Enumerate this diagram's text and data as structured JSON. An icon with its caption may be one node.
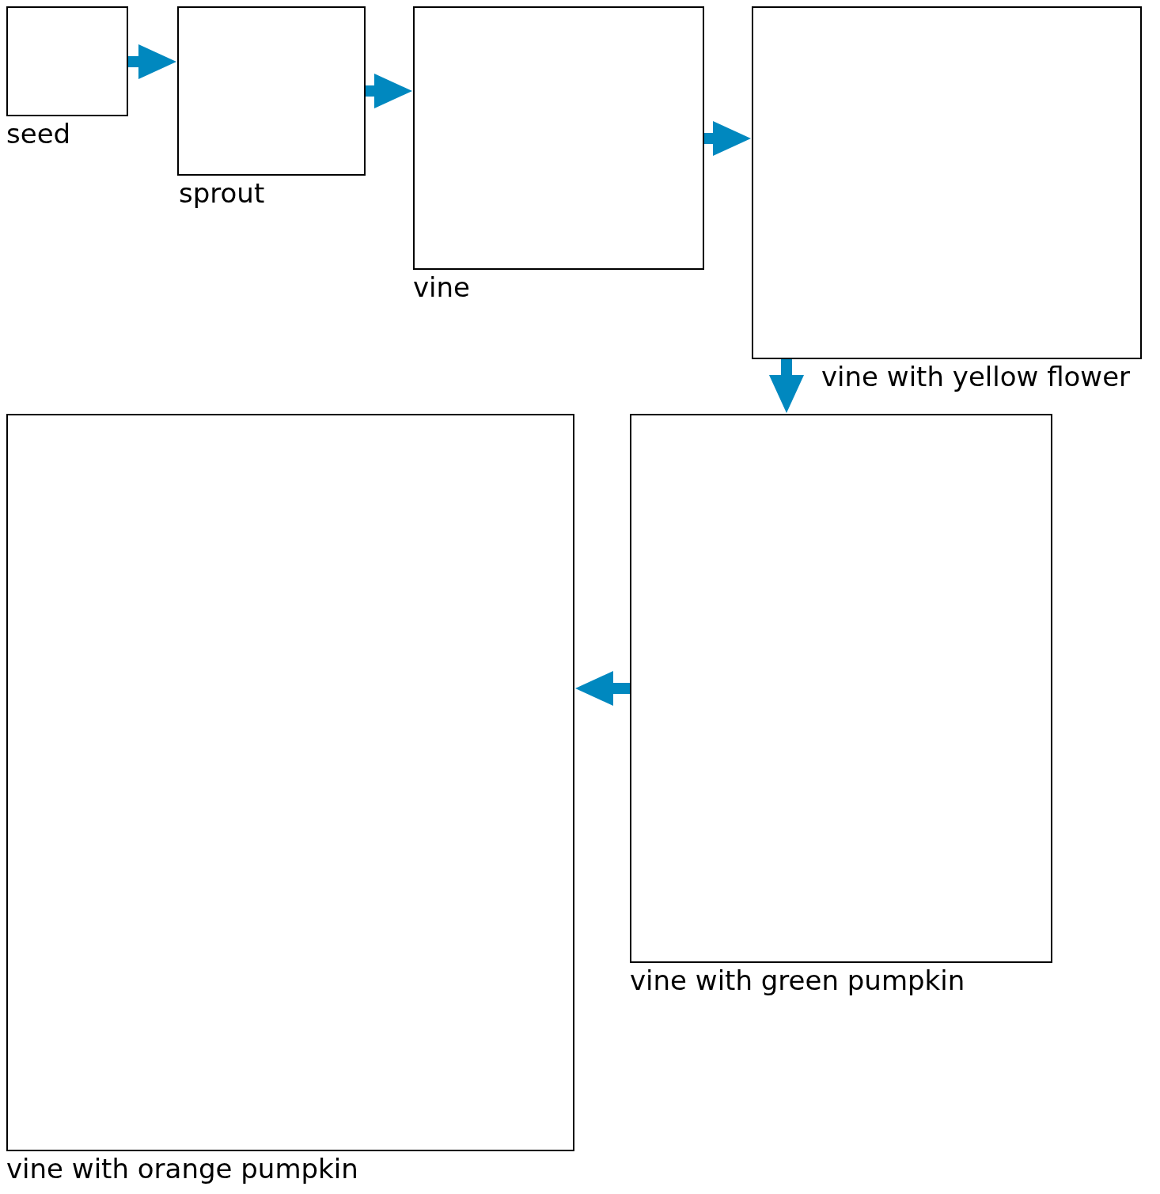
{
  "diagram": {
    "nodes": [
      {
        "text": [
          "seed"
        ]
      },
      {
        "text": [
          "sprout"
        ]
      },
      {
        "text": [
          "vine"
        ]
      },
      {
        "text": [
          "vine with yellow flower"
        ]
      },
      {
        "text": [
          "vine with green pumpkin"
        ]
      },
      {
        "text": [
          "vine with orange pumpkin"
        ]
      }
    ],
    "edges": [
      {
        "from": 0,
        "to": 1,
        "arrow": "to"
      },
      {
        "from": 1,
        "to": 2,
        "arrow": "to"
      },
      {
        "from": 2,
        "to": 3,
        "arrow": "to"
      },
      {
        "from": 3,
        "to": 4,
        "arrow": "to"
      },
      {
        "from": 4,
        "to": 5,
        "arrow": "to"
      }
    ]
  }
}
